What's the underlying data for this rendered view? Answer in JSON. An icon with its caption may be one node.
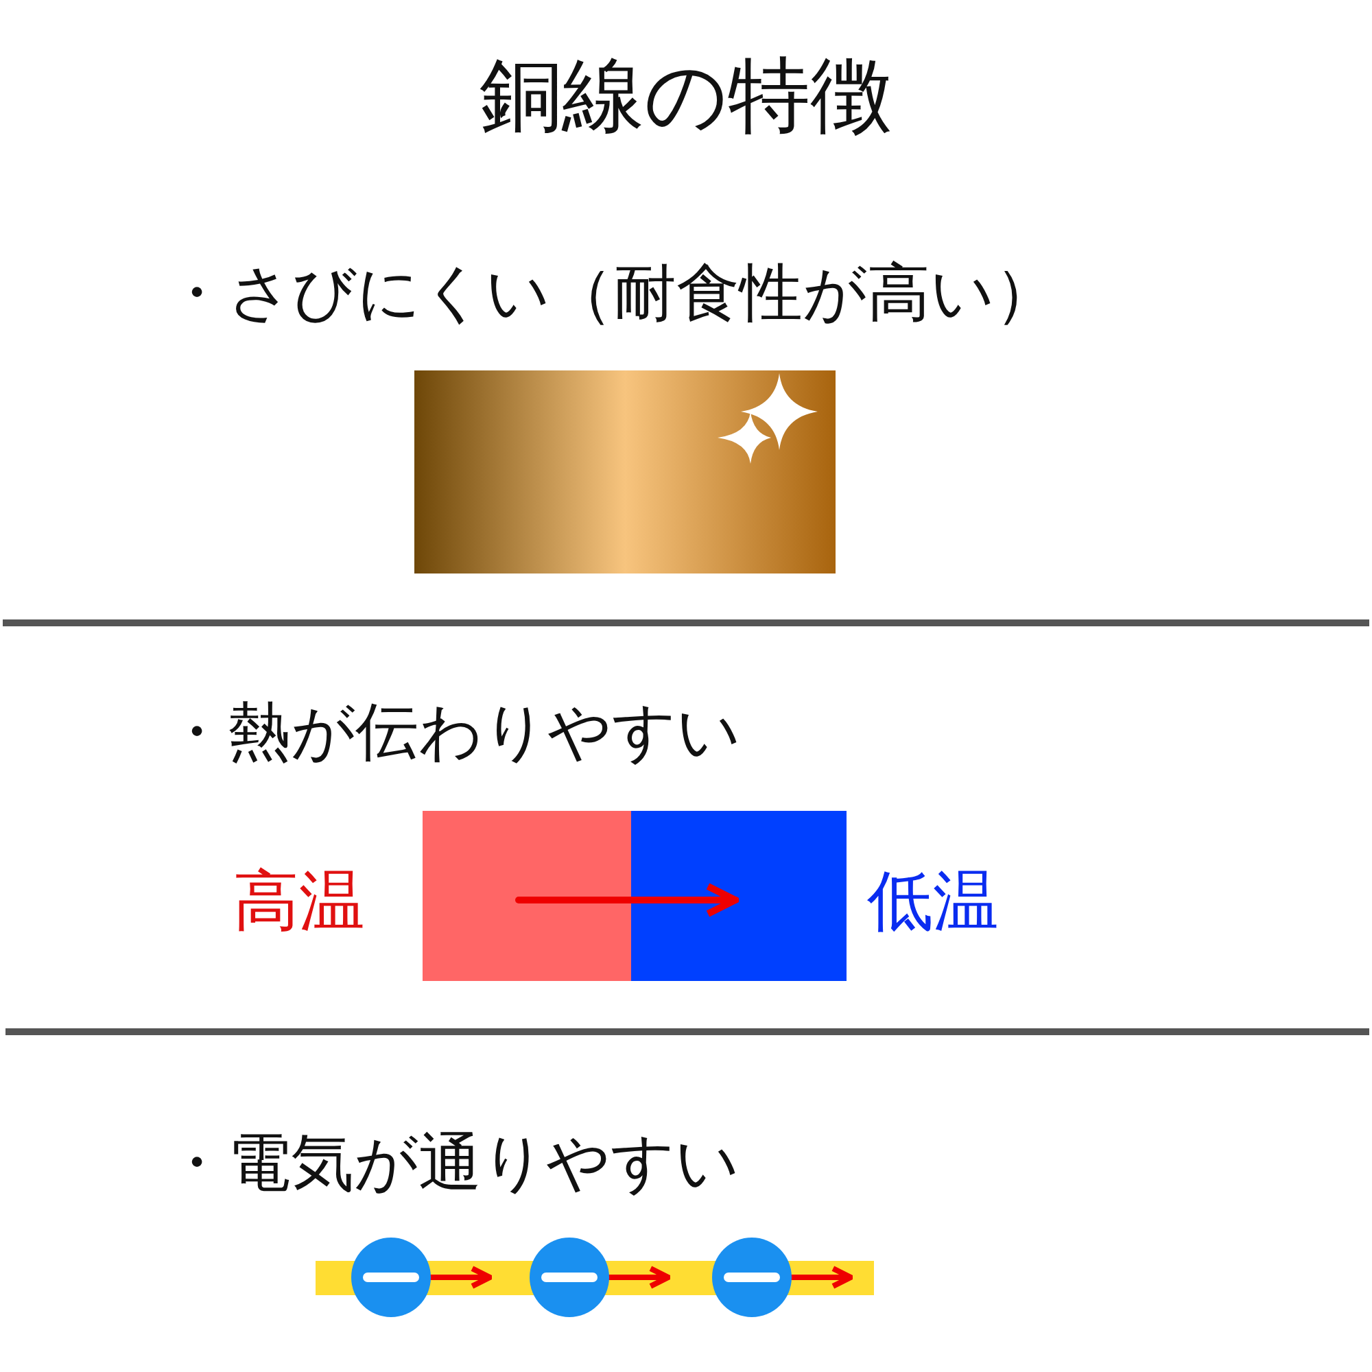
{
  "diagram": {
    "title": "銅線の特徴",
    "labels": [
      "・さびにくい（耐食性が高い）",
      "・熱が伝わりやすい",
      "高温",
      "低温",
      "・電気が通りやすい"
    ]
  }
}
